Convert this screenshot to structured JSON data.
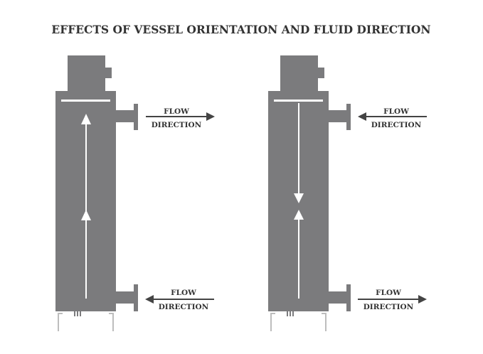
{
  "title": "EFFECTS OF VESSEL ORIENTATION AND FLUID DIRECTION",
  "colors": {
    "vessel": "#7b7b7d",
    "text": "#333333",
    "arrow": "#444444",
    "bracket": "#bdbdbd"
  },
  "vessels": [
    {
      "name": "upflow",
      "internal_flow": "up",
      "top_label": {
        "line1": "FLOW",
        "line2": "DIRECTION",
        "arrow": "right"
      },
      "bottom_label": {
        "line1": "FLOW",
        "line2": "DIRECTION",
        "arrow": "left"
      }
    },
    {
      "name": "downflow",
      "internal_flow": "down-and-up",
      "top_label": {
        "line1": "FLOW",
        "line2": "DIRECTION",
        "arrow": "left"
      },
      "bottom_label": {
        "line1": "FLOW",
        "line2": "DIRECTION",
        "arrow": "right"
      }
    }
  ]
}
